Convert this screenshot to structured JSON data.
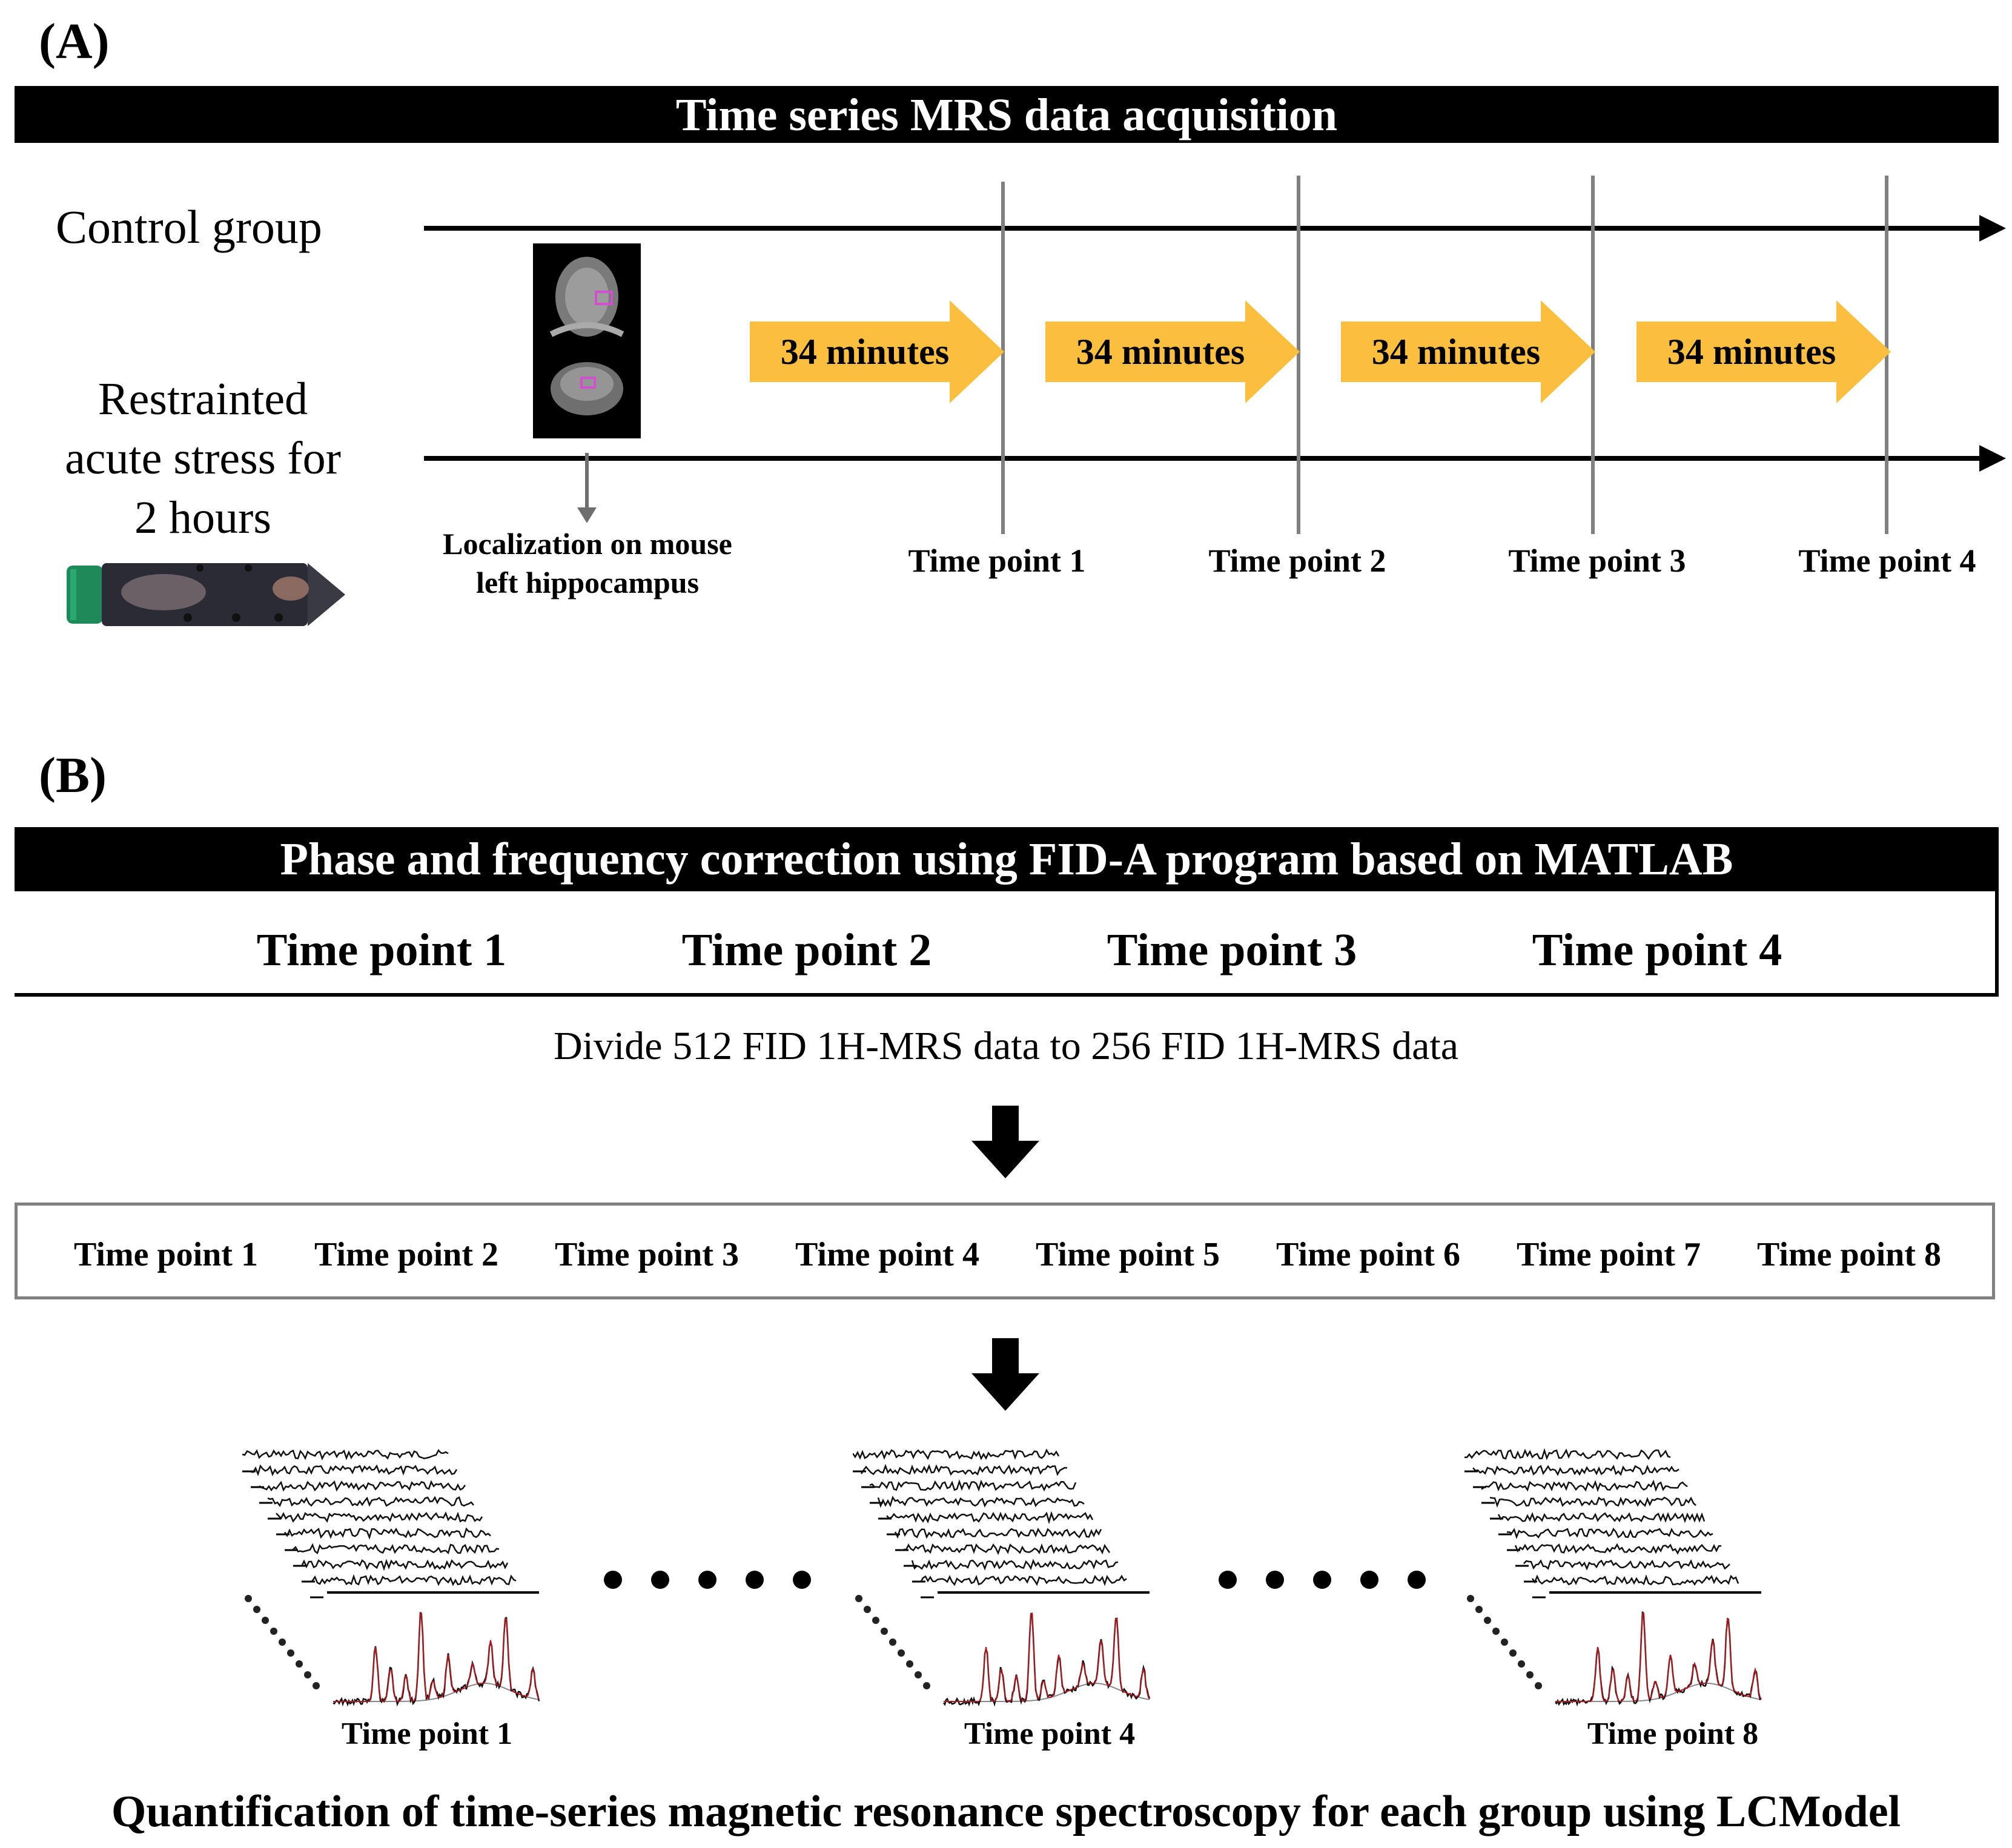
{
  "panel_a": {
    "label": "(A)",
    "header": "Time series MRS data acquisition",
    "control_label": "Control group",
    "stress_label_lines": [
      "Restrainted",
      "acute stress for",
      "2 hours"
    ],
    "localization_lines": [
      "Localization on mouse",
      "left hippocampus"
    ],
    "intervals": [
      "34 minutes",
      "34 minutes",
      "34 minutes",
      "34 minutes"
    ],
    "time_points": [
      "Time point 1",
      "Time point 2",
      "Time point 3",
      "Time point 4"
    ],
    "arrow_color": "#FBBF3F"
  },
  "panel_b": {
    "label": "(B)",
    "header": "Phase and frequency correction using FID-A program based on MATLAB",
    "row4": [
      "Time point 1",
      "Time point 2",
      "Time point 3",
      "Time point 4"
    ],
    "divide_text": "Divide 512 FID 1H-MRS data to 256 FID 1H-MRS data",
    "row8": [
      "Time point 1",
      "Time point 2",
      "Time point 3",
      "Time point 4",
      "Time point 5",
      "Time point 6",
      "Time point 7",
      "Time point 8"
    ],
    "spectra_labels": [
      "Time point 1",
      "Time point 4",
      "Time point 8"
    ],
    "footer": "Quantification of time-series magnetic resonance spectroscopy for each group using LCModel"
  }
}
